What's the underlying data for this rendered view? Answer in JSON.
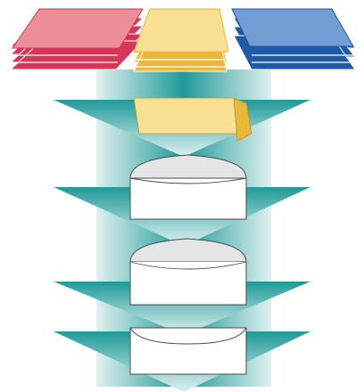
{
  "colors": {
    "background": "#ffffff",
    "flow_arrow_dark": "#1f9a98",
    "flow_arrow_light": "#dff1f0",
    "stack_red": "#ec8d97",
    "stack_red_edge": "#d83558",
    "stack_yellow": "#f7df94",
    "stack_yellow_edge": "#e9b73a",
    "stack_blue": "#6f9dd4",
    "stack_blue_edge": "#1f5aa6",
    "envelope_body": "#ffffff",
    "envelope_outline": "#4b4b4b",
    "envelope_flap_grey": "#e5e5e5",
    "insert_yellow": "#f7df94"
  },
  "diagram": {
    "input_stacks": [
      {
        "name": "red-sheet-stack",
        "icon": "paper-stack"
      },
      {
        "name": "yellow-sheet-stack",
        "icon": "paper-stack"
      },
      {
        "name": "blue-sheet-stack",
        "icon": "paper-stack"
      }
    ],
    "stages": [
      {
        "name": "folded-document",
        "icon": "folded-sheet"
      },
      {
        "name": "open-envelope",
        "icon": "envelope-open"
      },
      {
        "name": "envelope-with-insert",
        "icon": "envelope-inserted"
      },
      {
        "name": "sealed-envelope",
        "icon": "envelope-sealed"
      }
    ]
  }
}
